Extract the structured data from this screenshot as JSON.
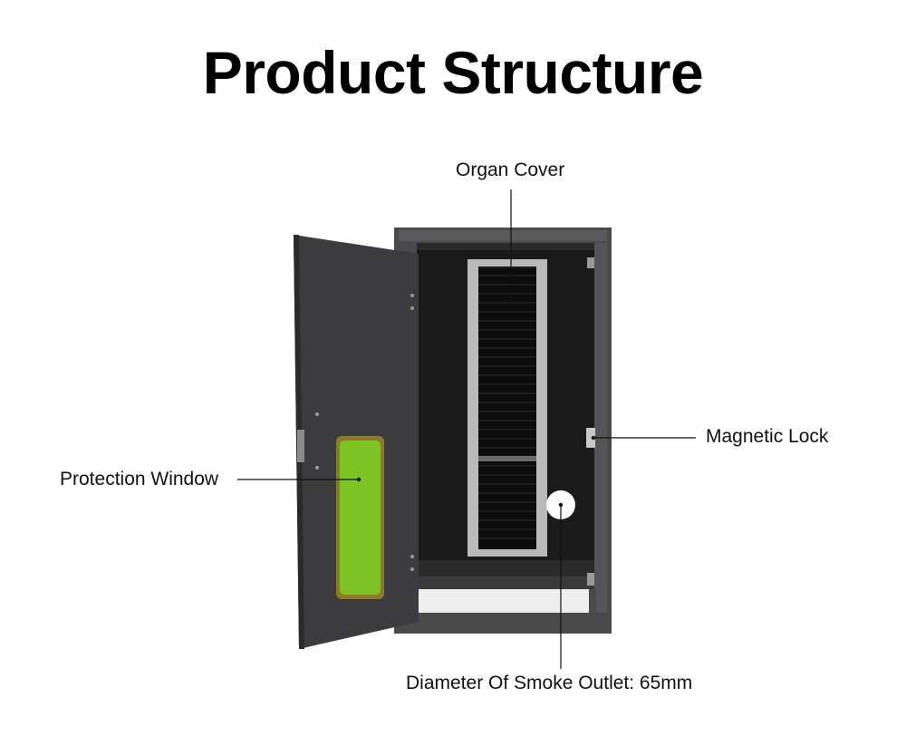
{
  "title": "Product Structure",
  "labels": {
    "organ_cover": "Organ Cover",
    "magnetic_lock": "Magnetic Lock",
    "protection_window": "Protection Window",
    "smoke_outlet": "Diameter Of Smoke Outlet: 65mm"
  },
  "colors": {
    "cabinet_frame": "#4a4a4c",
    "cabinet_interior": "#1a1a1b",
    "door_panel": "#3c3c3e",
    "window_green": "#7cc324",
    "window_frame": "#8a7a2a",
    "metal": "#b9b9b9",
    "leader_line": "#111111"
  }
}
